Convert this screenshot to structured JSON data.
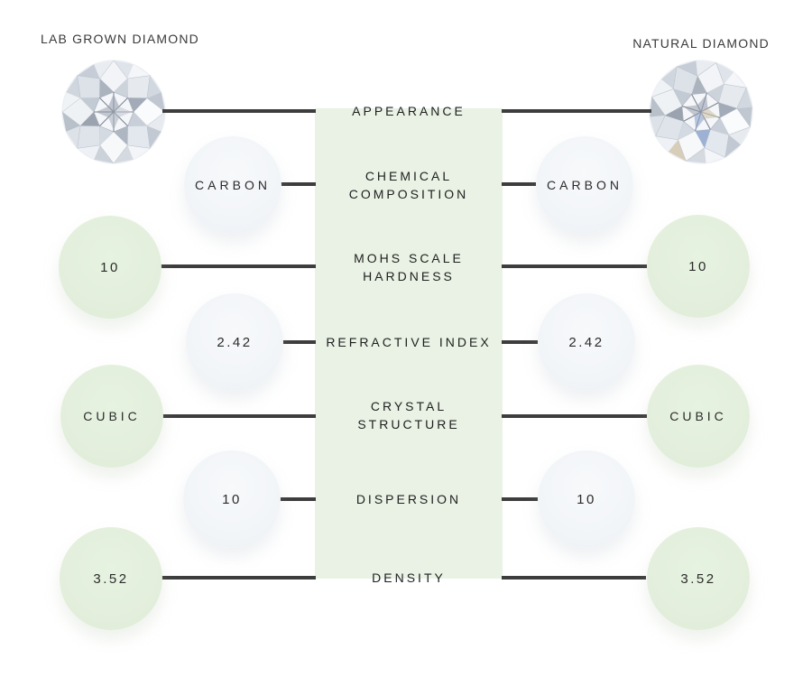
{
  "titles": {
    "left": "LAB GROWN DIAMOND",
    "right": "NATURAL DIAMOND"
  },
  "colors": {
    "band_green": "#e9f2e4",
    "circle_green": "#e3efdc",
    "circle_gray": "#f3f5f8",
    "line": "#3d3d3d",
    "text": "#262626"
  },
  "rows": [
    {
      "id": "appearance",
      "lines": [
        "APPEARANCE"
      ],
      "left_value": "",
      "right_value": ""
    },
    {
      "id": "chemical-composition",
      "lines": [
        "CHEMICAL",
        "COMPOSITION"
      ],
      "left_value": "CARBON",
      "right_value": "CARBON"
    },
    {
      "id": "mohs-scale-hardness",
      "lines": [
        "MOHS SCALE",
        "HARDNESS"
      ],
      "left_value": "10",
      "right_value": "10"
    },
    {
      "id": "refractive-index",
      "lines": [
        "REFRACTIVE INDEX"
      ],
      "left_value": "2.42",
      "right_value": "2.42"
    },
    {
      "id": "crystal-structure",
      "lines": [
        "CRYSTAL",
        "STRUCTURE"
      ],
      "left_value": "CUBIC",
      "right_value": "CUBIC"
    },
    {
      "id": "dispersion",
      "lines": [
        "DISPERSION"
      ],
      "left_value": "10",
      "right_value": "10"
    },
    {
      "id": "density",
      "lines": [
        "DENSITY"
      ],
      "left_value": "3.52",
      "right_value": "3.52"
    }
  ]
}
